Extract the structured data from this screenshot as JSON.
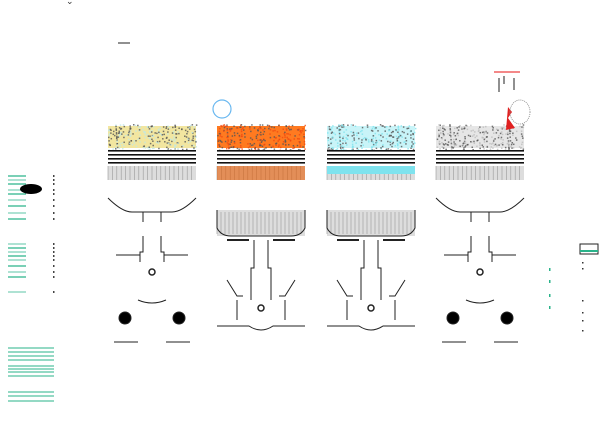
{
  "header": {
    "chevron_icon": "chevron-down-icon"
  },
  "colors": {
    "accent": "#2ab38a",
    "panel_fills": [
      "#bfe9e6",
      "#f04a10",
      "#7fe3ee",
      "#bdbdbd"
    ],
    "panel_tints": [
      "#f2e6a0",
      "#ff7a20",
      "#c9f4f8",
      "#e6e6e6"
    ],
    "highlight": "#e02020",
    "outline": "#222222"
  },
  "panels": [
    {
      "variant": "a"
    },
    {
      "variant": "b"
    },
    {
      "variant": "b"
    },
    {
      "variant": "a"
    }
  ]
}
